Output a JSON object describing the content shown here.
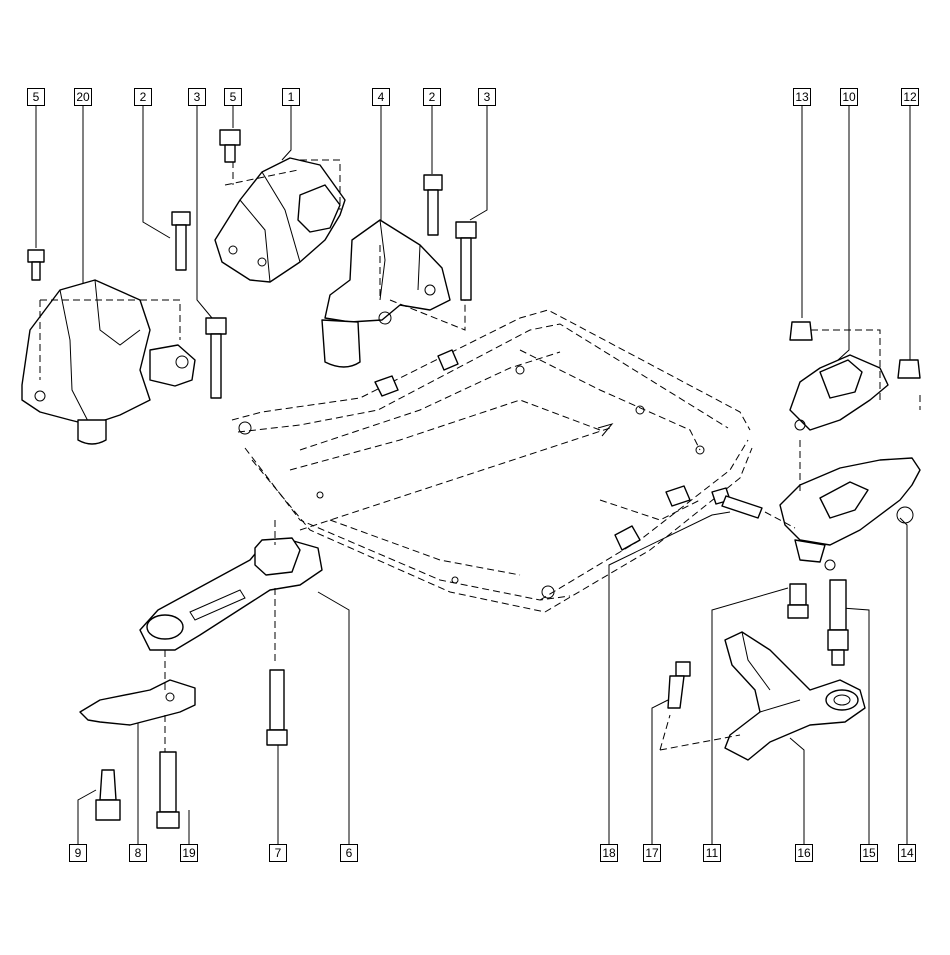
{
  "callouts": {
    "top": [
      "5",
      "20",
      "2",
      "3",
      "5",
      "1",
      "4",
      "2",
      "3",
      "13",
      "10",
      "12"
    ],
    "bottom": [
      "9",
      "8",
      "19",
      "7",
      "6",
      "18",
      "17",
      "11",
      "16",
      "15",
      "14"
    ]
  },
  "colors": {
    "line": "#000000",
    "background": "#ffffff"
  }
}
